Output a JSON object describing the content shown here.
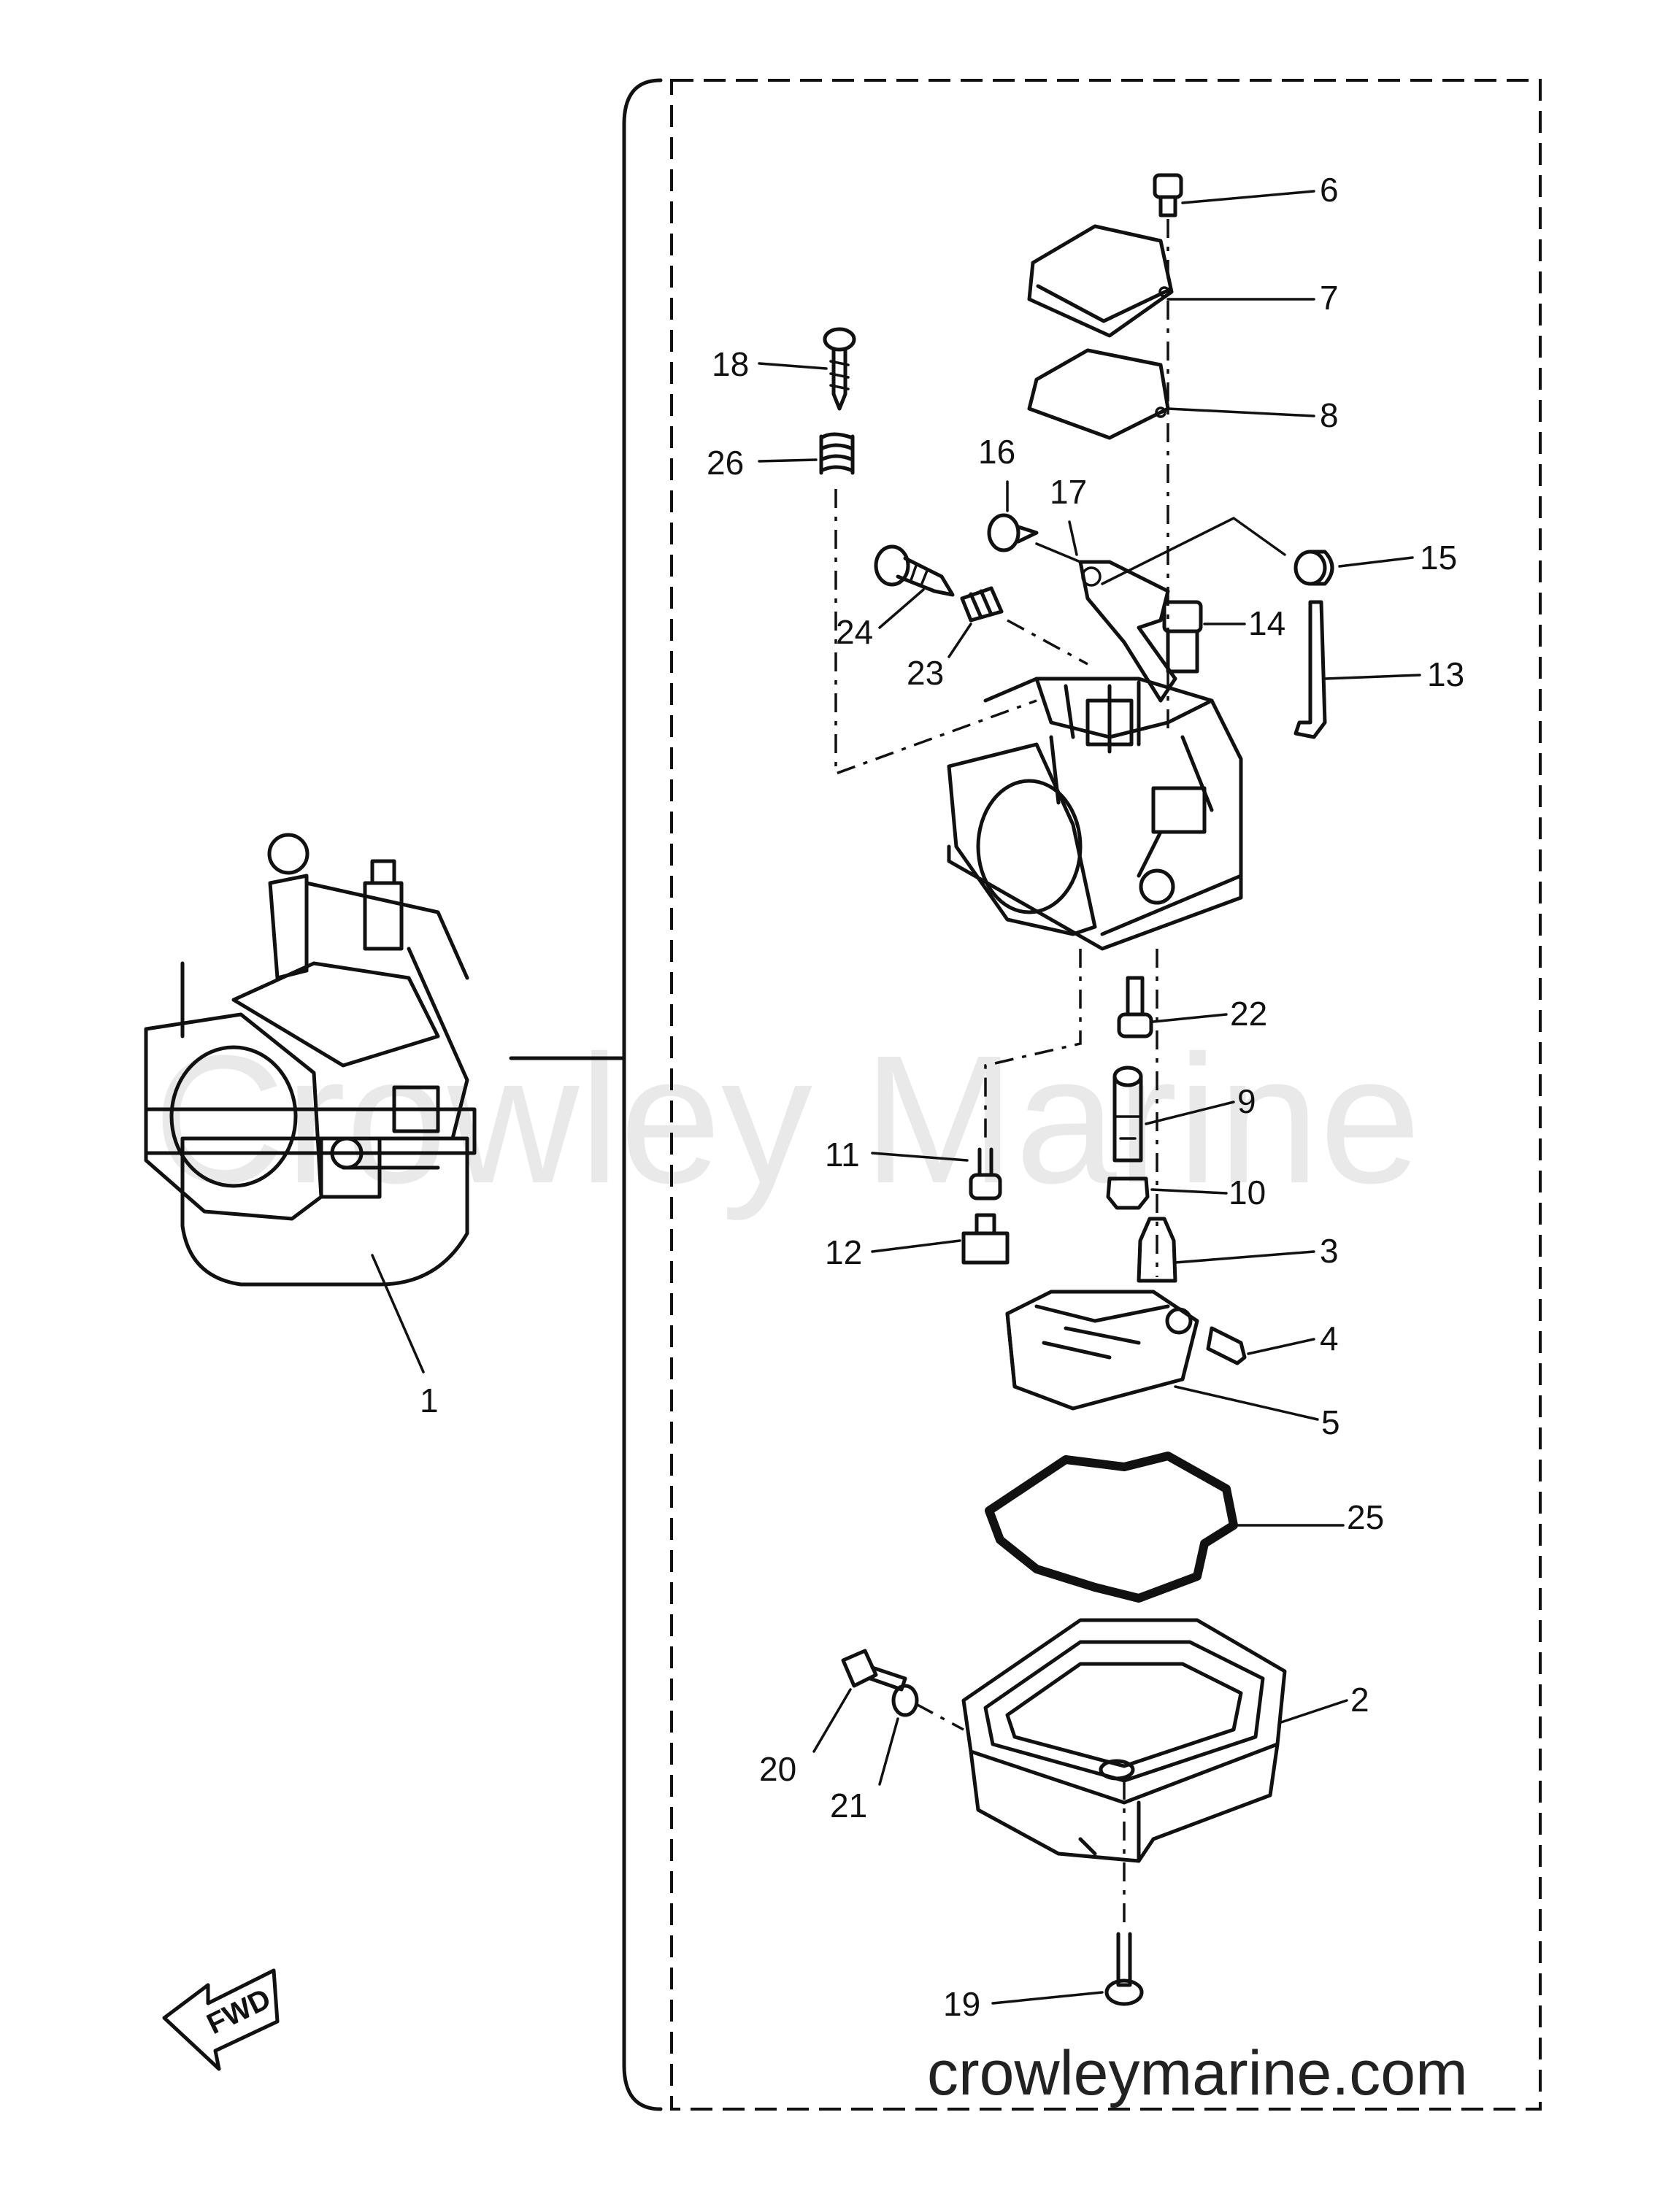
{
  "watermark_text": "Crowley Marine",
  "footer_url": "crowleymarine.com",
  "direction_label": "FWD",
  "assembly_callout": "1",
  "callouts": {
    "c2": "2",
    "c3": "3",
    "c4": "4",
    "c5": "5",
    "c6": "6",
    "c7": "7",
    "c8": "8",
    "c9": "9",
    "c10": "10",
    "c11": "11",
    "c12": "12",
    "c13": "13",
    "c14": "14",
    "c15": "15",
    "c16": "16",
    "c17": "17",
    "c18": "18",
    "c19": "19",
    "c20": "20",
    "c21": "21",
    "c22": "22",
    "c23": "23",
    "c24": "24",
    "c25": "25",
    "c26": "26"
  }
}
